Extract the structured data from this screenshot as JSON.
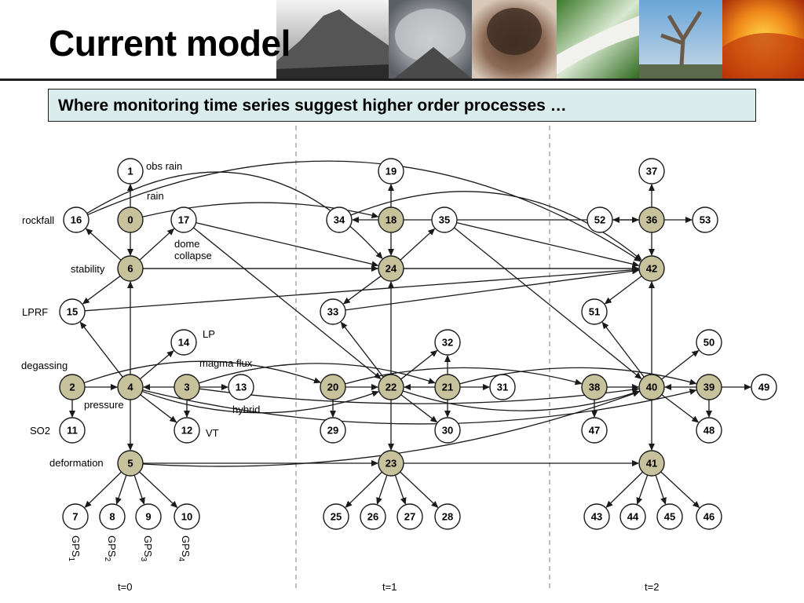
{
  "title": "Current model",
  "subtitle": "Where monitoring time series suggest higher order processes …",
  "photos": [
    {
      "name": "volcano-mountain-photo"
    },
    {
      "name": "pyroclastic-flow-photo"
    },
    {
      "name": "ash-plume-photo"
    },
    {
      "name": "lahar-river-photo"
    },
    {
      "name": "dead-tree-photo"
    },
    {
      "name": "lava-glow-photo"
    }
  ],
  "colors": {
    "observed": "#ffffff",
    "latent": "#c7c29c",
    "stroke": "#1a1a1a",
    "slice_line": "#9a9a9a"
  },
  "time_labels": [
    "t=0",
    "t=1",
    "t=2"
  ],
  "nodes": [
    {
      "id": "0",
      "latent": true
    },
    {
      "id": "1",
      "latent": false
    },
    {
      "id": "2",
      "latent": true
    },
    {
      "id": "4",
      "latent": true
    },
    {
      "id": "3",
      "latent": true
    },
    {
      "id": "5",
      "latent": true
    },
    {
      "id": "6",
      "latent": true
    },
    {
      "id": "7",
      "latent": false
    },
    {
      "id": "8",
      "latent": false
    },
    {
      "id": "9",
      "latent": false
    },
    {
      "id": "10",
      "latent": false
    },
    {
      "id": "11",
      "latent": false
    },
    {
      "id": "12",
      "latent": false
    },
    {
      "id": "13",
      "latent": false
    },
    {
      "id": "14",
      "latent": false
    },
    {
      "id": "15",
      "latent": false
    },
    {
      "id": "16",
      "latent": false
    },
    {
      "id": "17",
      "latent": false
    },
    {
      "id": "18",
      "latent": true
    },
    {
      "id": "19",
      "latent": false
    },
    {
      "id": "20",
      "latent": true
    },
    {
      "id": "21",
      "latent": true
    },
    {
      "id": "22",
      "latent": true
    },
    {
      "id": "23",
      "latent": true
    },
    {
      "id": "24",
      "latent": true
    },
    {
      "id": "25",
      "latent": false
    },
    {
      "id": "26",
      "latent": false
    },
    {
      "id": "27",
      "latent": false
    },
    {
      "id": "28",
      "latent": false
    },
    {
      "id": "29",
      "latent": false
    },
    {
      "id": "30",
      "latent": false
    },
    {
      "id": "31",
      "latent": false
    },
    {
      "id": "32",
      "latent": false
    },
    {
      "id": "33",
      "latent": false
    },
    {
      "id": "34",
      "latent": false
    },
    {
      "id": "35",
      "latent": false
    },
    {
      "id": "36",
      "latent": true
    },
    {
      "id": "37",
      "latent": false
    },
    {
      "id": "38",
      "latent": true
    },
    {
      "id": "39",
      "latent": true
    },
    {
      "id": "40",
      "latent": true
    },
    {
      "id": "41",
      "latent": true
    },
    {
      "id": "42",
      "latent": true
    },
    {
      "id": "43",
      "latent": false
    },
    {
      "id": "44",
      "latent": false
    },
    {
      "id": "45",
      "latent": false
    },
    {
      "id": "46",
      "latent": false
    },
    {
      "id": "47",
      "latent": false
    },
    {
      "id": "48",
      "latent": false
    },
    {
      "id": "49",
      "latent": false
    },
    {
      "id": "50",
      "latent": false
    },
    {
      "id": "51",
      "latent": false
    },
    {
      "id": "52",
      "latent": false
    },
    {
      "id": "53",
      "latent": false
    }
  ],
  "annotations": [
    {
      "key": "obs-rain",
      "text": "obs rain"
    },
    {
      "key": "rain",
      "text": "rain"
    },
    {
      "key": "rockfall",
      "text": "rockfall"
    },
    {
      "key": "dome-1",
      "text": "dome"
    },
    {
      "key": "dome-2",
      "text": "collapse"
    },
    {
      "key": "stability",
      "text": "stability"
    },
    {
      "key": "lprf",
      "text": "LPRF"
    },
    {
      "key": "lp",
      "text": "LP"
    },
    {
      "key": "degassing",
      "text": "degassing"
    },
    {
      "key": "magma-flux",
      "text": "magma flux"
    },
    {
      "key": "pressure",
      "text": "pressure"
    },
    {
      "key": "hybrid",
      "text": "hybrid"
    },
    {
      "key": "so2",
      "text": "SO2"
    },
    {
      "key": "vt",
      "text": "VT"
    },
    {
      "key": "deformation",
      "text": "deformation"
    },
    {
      "key": "gps1",
      "text": "GPS",
      "sub": "1"
    },
    {
      "key": "gps2",
      "text": "GPS",
      "sub": "2"
    },
    {
      "key": "gps3",
      "text": "GPS",
      "sub": "3"
    },
    {
      "key": "gps4",
      "text": "GPS",
      "sub": "4"
    }
  ],
  "edges": [
    [
      "0",
      "1"
    ],
    [
      "0",
      "6"
    ],
    [
      "6",
      "16"
    ],
    [
      "6",
      "17"
    ],
    [
      "6",
      "15"
    ],
    [
      "6",
      "24"
    ],
    [
      "2",
      "4"
    ],
    [
      "2",
      "11"
    ],
    [
      "2",
      "20"
    ],
    [
      "4",
      "6"
    ],
    [
      "4",
      "5"
    ],
    [
      "4",
      "14"
    ],
    [
      "4",
      "15"
    ],
    [
      "4",
      "12"
    ],
    [
      "4",
      "22"
    ],
    [
      "3",
      "4"
    ],
    [
      "3",
      "12"
    ],
    [
      "3",
      "13"
    ],
    [
      "3",
      "21"
    ],
    [
      "3",
      "40"
    ],
    [
      "5",
      "7"
    ],
    [
      "5",
      "8"
    ],
    [
      "5",
      "9"
    ],
    [
      "5",
      "10"
    ],
    [
      "5",
      "23"
    ],
    [
      "17",
      "24"
    ],
    [
      "17",
      "22"
    ],
    [
      "15",
      "42"
    ],
    [
      "0",
      "18"
    ],
    [
      "16",
      "24"
    ],
    [
      "18",
      "19"
    ],
    [
      "18",
      "34"
    ],
    [
      "18",
      "24"
    ],
    [
      "18",
      "36"
    ],
    [
      "24",
      "35"
    ],
    [
      "24",
      "33"
    ],
    [
      "24",
      "42"
    ],
    [
      "20",
      "29"
    ],
    [
      "20",
      "22"
    ],
    [
      "20",
      "38"
    ],
    [
      "21",
      "22"
    ],
    [
      "21",
      "31"
    ],
    [
      "21",
      "30"
    ],
    [
      "21",
      "32"
    ],
    [
      "21",
      "39"
    ],
    [
      "22",
      "24"
    ],
    [
      "22",
      "23"
    ],
    [
      "22",
      "30"
    ],
    [
      "22",
      "32"
    ],
    [
      "22",
      "33"
    ],
    [
      "22",
      "40"
    ],
    [
      "23",
      "25"
    ],
    [
      "23",
      "26"
    ],
    [
      "23",
      "27"
    ],
    [
      "23",
      "28"
    ],
    [
      "23",
      "41"
    ],
    [
      "34",
      "42"
    ],
    [
      "35",
      "42"
    ],
    [
      "35",
      "40"
    ],
    [
      "33",
      "42"
    ],
    [
      "36",
      "37"
    ],
    [
      "36",
      "52"
    ],
    [
      "36",
      "53"
    ],
    [
      "36",
      "42"
    ],
    [
      "38",
      "40"
    ],
    [
      "38",
      "47"
    ],
    [
      "39",
      "40"
    ],
    [
      "39",
      "48"
    ],
    [
      "39",
      "49"
    ],
    [
      "40",
      "42"
    ],
    [
      "40",
      "41"
    ],
    [
      "40",
      "51"
    ],
    [
      "40",
      "50"
    ],
    [
      "40",
      "48"
    ],
    [
      "41",
      "43"
    ],
    [
      "41",
      "44"
    ],
    [
      "41",
      "45"
    ],
    [
      "41",
      "46"
    ],
    [
      "42",
      "51"
    ],
    [
      "4",
      "39"
    ],
    [
      "5",
      "40"
    ],
    [
      "6",
      "42"
    ],
    [
      "16",
      "42"
    ]
  ]
}
